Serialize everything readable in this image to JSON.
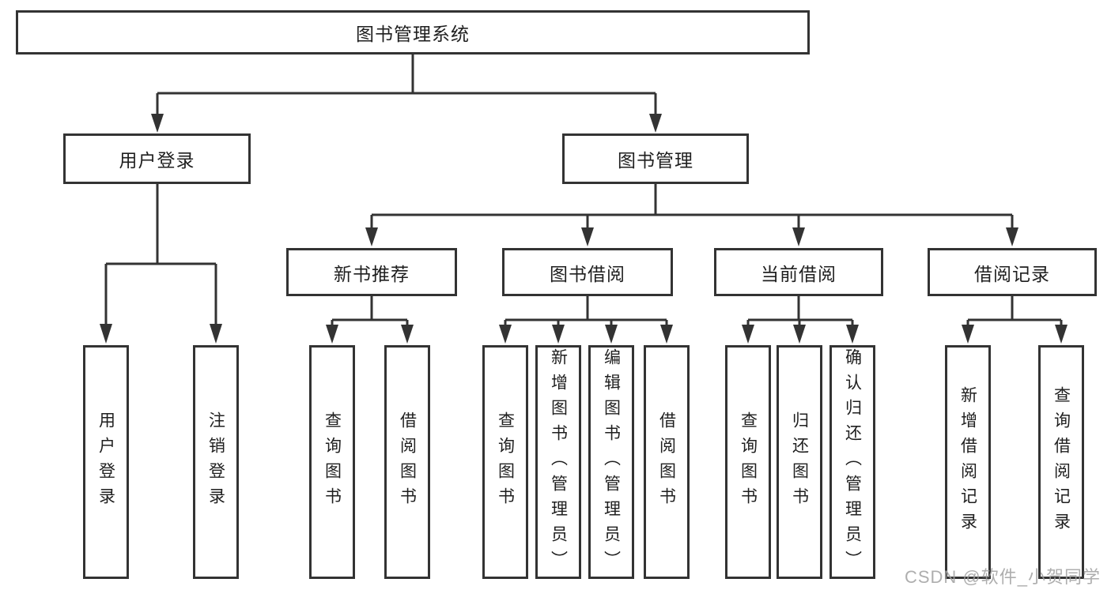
{
  "diagram": {
    "type": "tree",
    "colors": {
      "line": "#333333",
      "box_border": "#333333",
      "box_fill": "#ffffff",
      "text": "#1f1f1f",
      "watermark": "#a0a0a0"
    },
    "root": {
      "id": "library-management-system",
      "label": "图书管理系统"
    },
    "level1": [
      {
        "id": "user-login",
        "label": "用户登录",
        "parent": "library-management-system"
      },
      {
        "id": "book-management",
        "label": "图书管理",
        "parent": "library-management-system"
      }
    ],
    "level2": [
      {
        "id": "new-book-recommend",
        "label": "新书推荐",
        "parent": "book-management"
      },
      {
        "id": "book-borrowing",
        "label": "图书借阅",
        "parent": "book-management"
      },
      {
        "id": "current-borrowing",
        "label": "当前借阅",
        "parent": "book-management"
      },
      {
        "id": "borrowing-records",
        "label": "借阅记录",
        "parent": "book-management"
      }
    ],
    "leaves": [
      {
        "id": "leaf-user-login",
        "label": "用户登录",
        "parent": "user-login"
      },
      {
        "id": "leaf-logout",
        "label": "注销登录",
        "parent": "user-login"
      },
      {
        "id": "leaf-query-books-1",
        "label": "查询图书",
        "parent": "new-book-recommend"
      },
      {
        "id": "leaf-borrow-books-1",
        "label": "借阅图书",
        "parent": "new-book-recommend"
      },
      {
        "id": "leaf-query-books-2",
        "label": "查询图书",
        "parent": "book-borrowing"
      },
      {
        "id": "leaf-add-book-admin",
        "label": "新增图书（管理员）",
        "parent": "book-borrowing"
      },
      {
        "id": "leaf-edit-book-admin",
        "label": "编辑图书（管理员）",
        "parent": "book-borrowing"
      },
      {
        "id": "leaf-borrow-books-2",
        "label": "借阅图书",
        "parent": "book-borrowing"
      },
      {
        "id": "leaf-query-books-3",
        "label": "查询图书",
        "parent": "current-borrowing"
      },
      {
        "id": "leaf-return-books",
        "label": "归还图书",
        "parent": "current-borrowing"
      },
      {
        "id": "leaf-confirm-return-admin",
        "label": "确认归还（管理员）",
        "parent": "current-borrowing"
      },
      {
        "id": "leaf-add-borrow-record",
        "label": "新增借阅记录",
        "parent": "borrowing-records"
      },
      {
        "id": "leaf-query-borrow-record",
        "label": "查询借阅记录",
        "parent": "borrowing-records"
      }
    ],
    "watermark": {
      "text": "CSDN @软件_小贺同学"
    }
  }
}
